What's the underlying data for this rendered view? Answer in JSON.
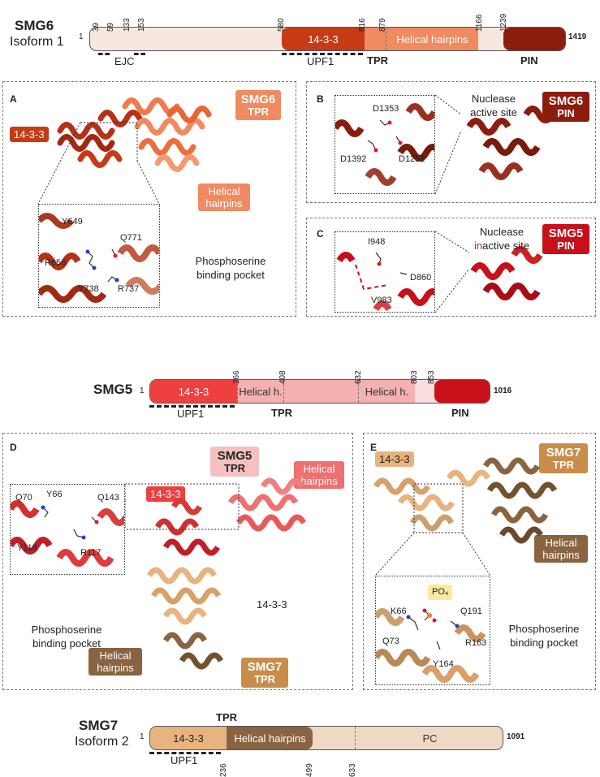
{
  "colors": {
    "smg6_light": "#f6e8e0",
    "smg6_1433": "#c63a15",
    "smg6_tpr": "#f08a60",
    "smg6_pin": "#8c1d0e",
    "smg5_1433": "#ef4040",
    "smg5_tpr": "#f5b0b0",
    "smg5_light": "#f9dede",
    "smg5_pin": "#c8101a",
    "smg7_1433": "#e7b47f",
    "smg7_tpr": "#8a6340",
    "smg7_light": "#efd9c4",
    "smg7_box": "#c88d4b"
  },
  "smg6": {
    "name": "SMG6",
    "isoform": "Isoform 1",
    "start": "1",
    "end": "1419",
    "ticks": [
      "39",
      "59",
      "133",
      "153",
      "580",
      "816",
      "879",
      "1166",
      "1239"
    ],
    "domains": {
      "d1433": "14-3-3",
      "helical": "Helical hairpins"
    },
    "labels": {
      "ejc": "EJC",
      "upf1": "UPF1",
      "tpr": "TPR",
      "pin": "PIN"
    }
  },
  "smg5": {
    "name": "SMG5",
    "start": "1",
    "end": "1016",
    "ticks": [
      "266",
      "408",
      "632",
      "803",
      "853"
    ],
    "domains": {
      "d1433": "14-3-3",
      "helical1": "Helical h.",
      "helical2": "Helical h."
    },
    "labels": {
      "upf1": "UPF1",
      "tpr": "TPR",
      "pin": "PIN"
    }
  },
  "smg7": {
    "name": "SMG7",
    "isoform": "Isoform 2",
    "start": "1",
    "end": "1091",
    "ticks": [
      "236",
      "499",
      "633"
    ],
    "domains": {
      "d1433": "14-3-3",
      "helical": "Helical hairpins",
      "pc": "PC"
    },
    "labels": {
      "upf1": "UPF1",
      "tpr": "TPR"
    }
  },
  "panelA": {
    "letter": "A",
    "tag_name": "SMG6",
    "tag_sub": "TPR",
    "label_1433": "14-3-3",
    "label_helical": "Helical\nhairpins",
    "residues": [
      "Y649",
      "Q771",
      "R656",
      "Y738",
      "R737"
    ],
    "pocket": "Phosphoserine\nbinding pocket"
  },
  "panelB": {
    "letter": "B",
    "tag_name": "SMG6",
    "tag_sub": "PIN",
    "residues": [
      "D1353",
      "D1392",
      "D1251"
    ],
    "site": "Nuclease\nactive site"
  },
  "panelC": {
    "letter": "C",
    "tag_name": "SMG5",
    "tag_sub": "PIN",
    "residues": [
      "I948",
      "D860",
      "V983"
    ],
    "site_line1": "Nuclease",
    "site_prefix": "in",
    "site_rest": "active site"
  },
  "panelD": {
    "letter": "D",
    "tag_name": "SMG5",
    "tag_sub": "TPR",
    "label_helical": "Helical\nhairpins",
    "label_1433_red": "14-3-3",
    "label_1433_tan": "14-3-3",
    "label_helical_brown": "Helical\nhairpins",
    "tag2_name": "SMG7",
    "tag2_sub": "TPR",
    "residues": [
      "Q70",
      "Y66",
      "Q143",
      "Y118",
      "R117"
    ],
    "pocket": "Phosphoserine\nbinding pocket"
  },
  "panelE": {
    "letter": "E",
    "tag_name": "SMG7",
    "tag_sub": "TPR",
    "label_1433": "14-3-3",
    "label_helical": "Helical\nhairpins",
    "po4": "PO₄",
    "residues": [
      "K66",
      "Q191",
      "Q73",
      "R163",
      "Y164"
    ],
    "pocket": "Phosphoserine\nbinding pocket"
  }
}
